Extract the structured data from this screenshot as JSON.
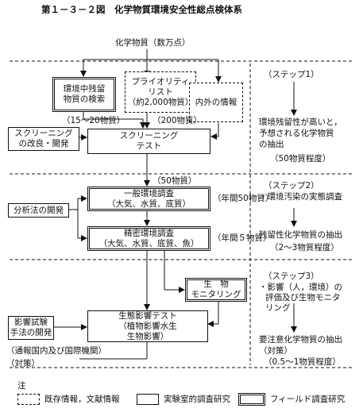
{
  "title": "第１－３－２図　化学物質環境安全性総点検体系",
  "top_label": "化学物質（数万点）",
  "boxes": {
    "residue": [
      "環境中残留",
      "物質の検索"
    ],
    "priority": [
      "プライオリティ",
      "リスト",
      "（約2,000物質）"
    ],
    "info": [
      "内外の情報"
    ],
    "improve": [
      "スクリーニング",
      "の改良・開発"
    ],
    "screening": [
      "スクリーニング",
      "テスト"
    ],
    "general": [
      "一般環境調査",
      "（大気、水質、底質）"
    ],
    "detailed": [
      "精密環境調査",
      "（大気、水質、底質、魚）"
    ],
    "method": [
      "分析法の開発"
    ],
    "bio": [
      "生　物",
      "モニタリング"
    ],
    "eco": [
      "生態影響テスト",
      "（植物影響水生",
      "生物影響）"
    ],
    "effect_method": [
      "影響試験",
      "手法の開発"
    ]
  },
  "flow_labels": {
    "count_15_20": "（15～20物質）",
    "count_200": "（200物質）",
    "count_50": "（50物質）",
    "annual_50": "（年間50物質）",
    "annual_5": "（年間５物質）",
    "action": [
      "（通報国内及び国際機関）",
      "（対策）"
    ]
  },
  "steps": {
    "step1_title": "（ステップ1）",
    "step1_result": [
      "環境残留性が高いと，",
      "予想される化学物質",
      "の抽出",
      "（50物質程度）"
    ],
    "step2_title": "（ステップ2）",
    "step2_desc": "・環境汚染の実態調査",
    "step2_result": [
      "残留性化学物質の抽出",
      "（2～3物質程度）"
    ],
    "step3_title": "（ステップ3）",
    "step3_desc": [
      "・影響（人，環境）の",
      "評価及び生物モニタ",
      "リング"
    ],
    "step3_result": [
      "要注意化学物質の抽出",
      "（対策）",
      "（0.5～1物質程度）"
    ]
  },
  "legend": {
    "note": "注",
    "dashed": "既存情報，文献情報",
    "solid": "実験室的調査研究",
    "double": "フィールド調査研究"
  }
}
